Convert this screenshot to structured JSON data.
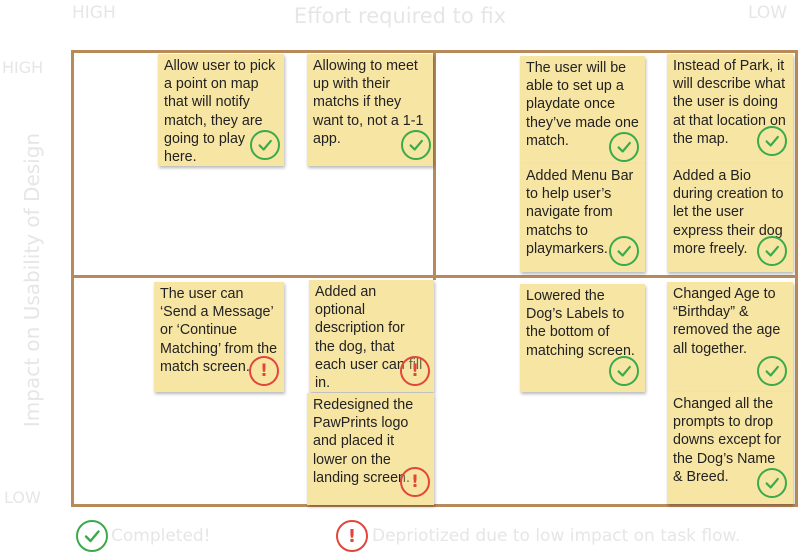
{
  "axes": {
    "x_title": "Effort required to fix",
    "x_high": "HIGH",
    "x_low": "LOW",
    "y_title": "Impact on Usability of Design",
    "y_high": "HIGH",
    "y_low": "LOW"
  },
  "notes": [
    {
      "text": "Allow user to pick a point on map that will notify match, they are going to play here.",
      "status": "check"
    },
    {
      "text": "Allowing to meet up with their matchs if they want to, not a 1-1 app.",
      "status": "check"
    },
    {
      "text": "The user will be able to set up a playdate once they’ve made one match.",
      "status": "check"
    },
    {
      "text": "Instead of Park, it will describe what the user is doing at that location on the map.",
      "status": "check"
    },
    {
      "text": "Added Menu Bar to help user’s navigate from matchs to playmarkers.",
      "status": "check"
    },
    {
      "text": "Added a Bio during creation to let the user express their dog more freely.",
      "status": "check"
    },
    {
      "text": "The user can ‘Send a Message’ or ‘Continue Matching’ from the match screen.",
      "status": "alert"
    },
    {
      "text": "Added an optional description for the dog, that each user can fill in.",
      "status": "alert"
    },
    {
      "text": "Redesigned the PawPrints logo and placed it lower on the landing screen.",
      "status": "alert"
    },
    {
      "text": "Lowered the Dog’s Labels to the bottom of matching screen.",
      "status": "check"
    },
    {
      "text": "Changed Age to “Birthday” & removed the age all together.",
      "status": "check"
    },
    {
      "text": "Changed all the prompts to drop downs except for the Dog’s Name & Breed.",
      "status": "check"
    }
  ],
  "legend": {
    "completed_label": "Completed!",
    "deprioritized_label": "Depriotized due to low impact on task flow.",
    "alert_symbol": "!"
  },
  "colors": {
    "note": "#f7e5a4",
    "frame": "#b88a5a",
    "check": "#3aaa4a",
    "alert": "#e0463a",
    "axis_text": "#e6e6e6"
  }
}
